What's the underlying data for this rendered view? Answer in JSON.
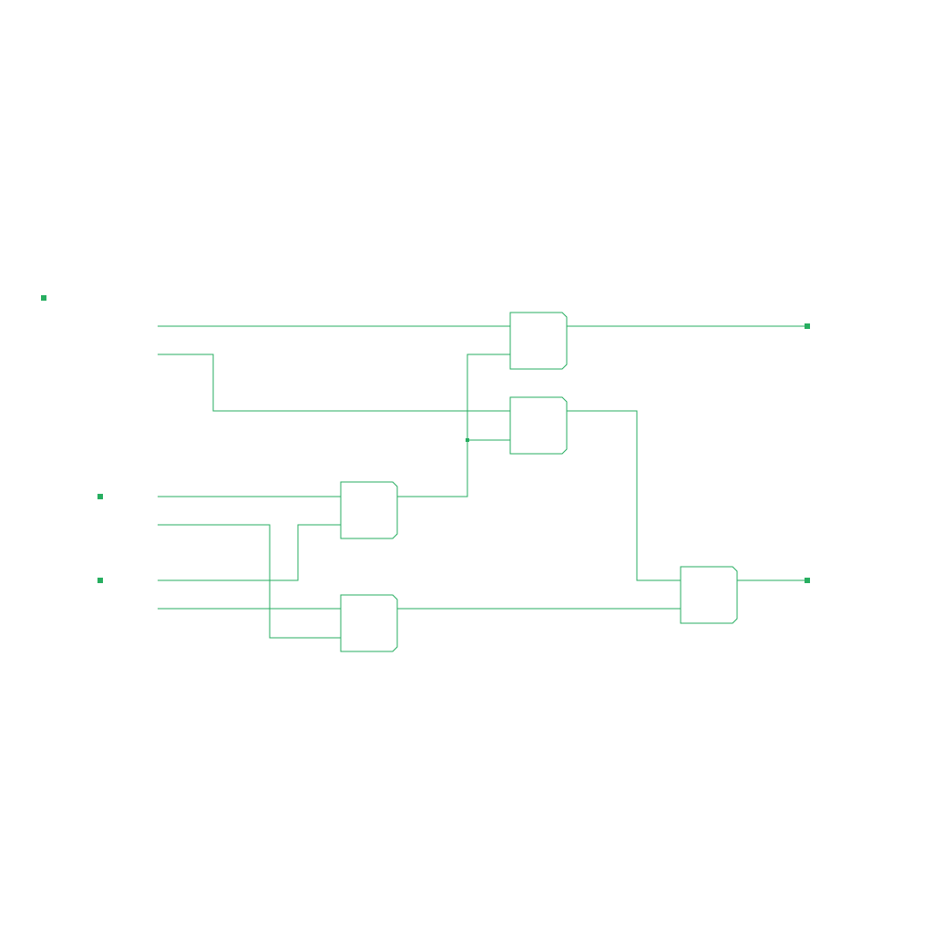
{
  "colors": {
    "background": "#ffffff",
    "wire": "#27ae60"
  },
  "diagram": {
    "type": "logic-circuit",
    "gates": [
      {
        "id": "gate-1",
        "shape": "and-gate"
      },
      {
        "id": "gate-2",
        "shape": "and-gate"
      },
      {
        "id": "gate-3",
        "shape": "and-gate"
      },
      {
        "id": "gate-4",
        "shape": "and-gate"
      },
      {
        "id": "gate-5",
        "shape": "and-gate"
      }
    ],
    "connections": [
      {
        "from": "input-1",
        "to": "gate-1"
      },
      {
        "from": "input-2",
        "to": "gate-2"
      },
      {
        "from": "input-3",
        "to": "gate-3"
      },
      {
        "from": "input-4",
        "to": "gate-4"
      },
      {
        "from": "input-5",
        "to": "gate-3"
      },
      {
        "from": "input-6",
        "to": "gate-4"
      },
      {
        "from": "gate-3",
        "to": "gate-1"
      },
      {
        "from": "gate-3",
        "to": "gate-2"
      },
      {
        "from": "gate-2",
        "to": "gate-5"
      },
      {
        "from": "gate-4",
        "to": "gate-5"
      },
      {
        "from": "gate-1",
        "to": "output-1"
      },
      {
        "from": "gate-5",
        "to": "output-2"
      }
    ]
  }
}
